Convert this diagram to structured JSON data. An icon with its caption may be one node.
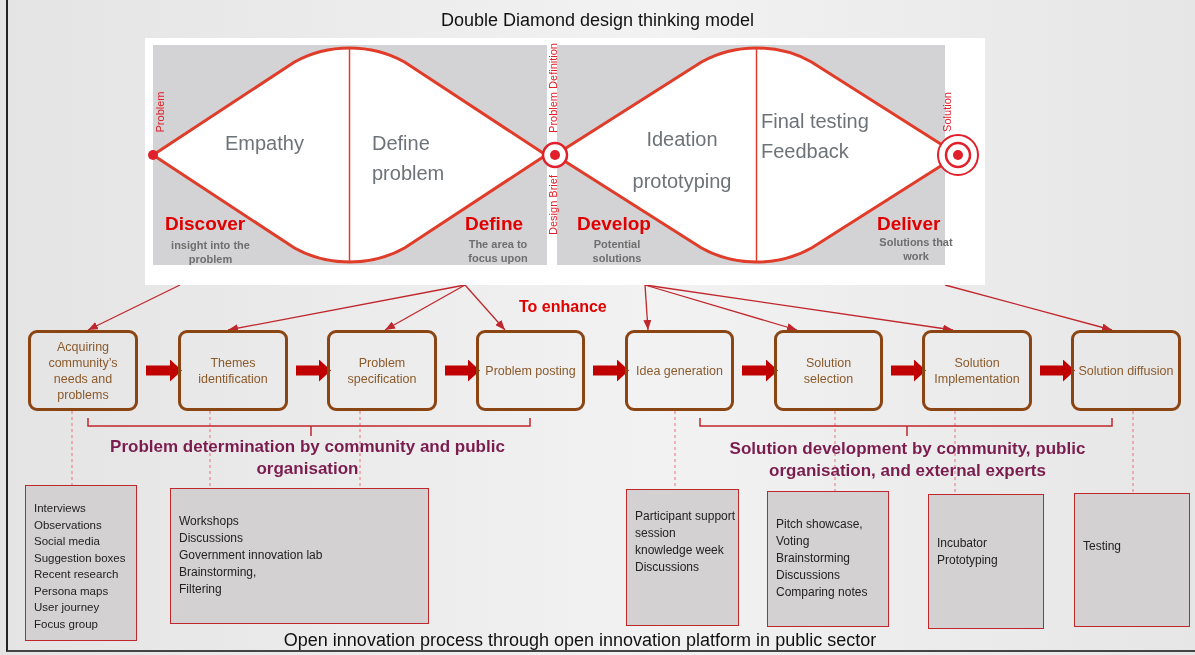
{
  "diagram": {
    "title": "Double Diamond design thinking model",
    "caption": "Open innovation process through open innovation platform in public sector",
    "nodes": [
      {
        "text": [],
        "shape": "picture"
      },
      {
        "text": [
          "Empathy",
          "Define problem"
        ],
        "in": 0
      },
      {
        "text": [
          "Ideation prototyping",
          "Final testing Feedback"
        ],
        "in": 0
      },
      {
        "text": [
          "Acquiring community’s needs and problems"
        ]
      },
      {
        "text": [
          "Themes identification"
        ]
      },
      {
        "text": [
          "Problem specification"
        ]
      },
      {
        "text": [
          "Problem posting"
        ]
      },
      {
        "text": [
          "Idea generation"
        ]
      },
      {
        "text": [
          "Solution selection"
        ]
      },
      {
        "text": [
          "Solution Implementation"
        ]
      },
      {
        "text": [
          "Solution diffusion"
        ]
      },
      {
        "text": [
          "Interviews",
          "Observations",
          "Social media",
          "Suggestion boxes",
          "Recent research",
          "Persona maps",
          "User journey",
          "Focus group"
        ]
      },
      {
        "text": [
          "Workshops",
          "Discussions",
          "Government innovation lab",
          "Brainstorming,",
          "Filtering"
        ]
      },
      {
        "text": [
          "Participant support session",
          "knowledge week",
          "Discussions"
        ]
      },
      {
        "text": [
          "Pitch showcase,",
          "Voting",
          "Brainstorming",
          "Discussions",
          "Comparing notes"
        ]
      },
      {
        "text": [
          "Incubator",
          "Prototyping"
        ]
      },
      {
        "text": [
          "Testing"
        ]
      }
    ],
    "edges": [
      {
        "from": 0,
        "to": 3,
        "arrow": "to"
      },
      {
        "from": 0,
        "to": 4,
        "arrow": "to"
      },
      {
        "from": 0,
        "to": 5,
        "arrow": "to"
      },
      {
        "from": 0,
        "to": 6,
        "arrow": "to"
      },
      {
        "from": 0,
        "to": 7,
        "arrow": "to"
      },
      {
        "from": 0,
        "to": 8,
        "arrow": "to"
      },
      {
        "from": 0,
        "to": 9,
        "arrow": "to"
      },
      {
        "from": 0,
        "to": 10,
        "arrow": "to"
      },
      {
        "from": 3,
        "to": 4,
        "arrow": "to",
        "style": "thick",
        "color": "#c00000"
      },
      {
        "from": 4,
        "to": 5,
        "arrow": "to",
        "style": "thick",
        "color": "#c00000"
      },
      {
        "from": 5,
        "to": 6,
        "arrow": "to",
        "style": "thick",
        "color": "#c00000"
      },
      {
        "from": 6,
        "to": 7,
        "arrow": "to",
        "style": "thick",
        "color": "#c00000"
      },
      {
        "from": 7,
        "to": 8,
        "arrow": "to",
        "style": "thick",
        "color": "#c00000"
      },
      {
        "from": 8,
        "to": 9,
        "arrow": "to",
        "style": "thick",
        "color": "#c00000"
      },
      {
        "from": 9,
        "to": 10,
        "arrow": "to",
        "style": "thick",
        "color": "#c00000"
      },
      {
        "from": 3,
        "to": 11,
        "arrow": "none",
        "style": "dashed",
        "color": "#e8707a"
      },
      {
        "from": 4,
        "to": 12,
        "arrow": "none",
        "style": "dashed",
        "color": "#e8707a"
      },
      {
        "from": 5,
        "to": 12,
        "arrow": "none",
        "style": "dashed",
        "color": "#e8707a"
      },
      {
        "from": 7,
        "to": 13,
        "arrow": "none",
        "style": "dashed",
        "color": "#e8707a"
      },
      {
        "from": 8,
        "to": 14,
        "arrow": "none",
        "style": "dashed",
        "color": "#e8707a"
      },
      {
        "from": 9,
        "to": 15,
        "arrow": "none",
        "style": "dashed",
        "color": "#e8707a"
      },
      {
        "from": 10,
        "to": 16,
        "arrow": "none",
        "style": "dashed",
        "color": "#e8707a"
      }
    ],
    "labels": [
      "Problem",
      "Problem Definition",
      "Design Brief",
      "Solution",
      "Discover",
      "insight into the problem",
      "Define",
      "The area to focus upon",
      "Develop",
      "Potential solutions",
      "Deliver",
      "Solutions that work",
      "To enhance",
      "Problem determination by community and public organisation",
      "Solution development by community, public organisation, and external experts"
    ]
  }
}
